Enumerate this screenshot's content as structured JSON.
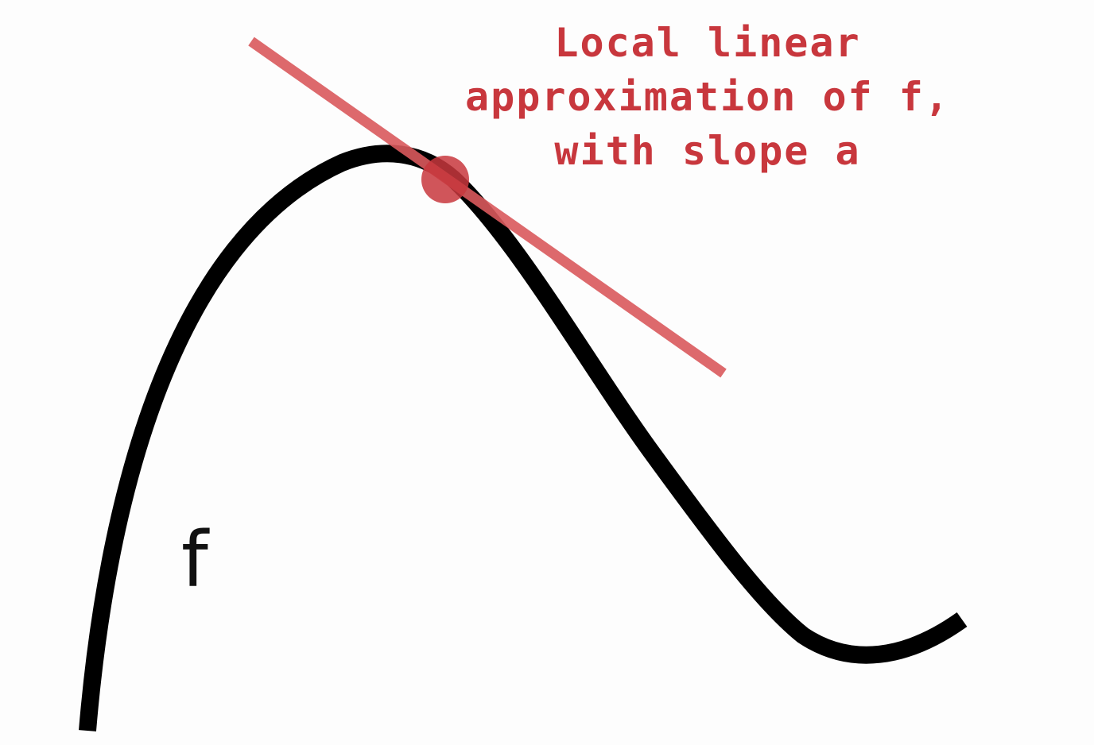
{
  "annotation": {
    "line1": "Local linear",
    "line2": "approximation of f,",
    "line3": "with slope a"
  },
  "function_label": "f",
  "colors": {
    "curve": "#000000",
    "tangent": "#d9595c",
    "point": "#c8373d",
    "annotation_text": "#c8373d"
  }
}
